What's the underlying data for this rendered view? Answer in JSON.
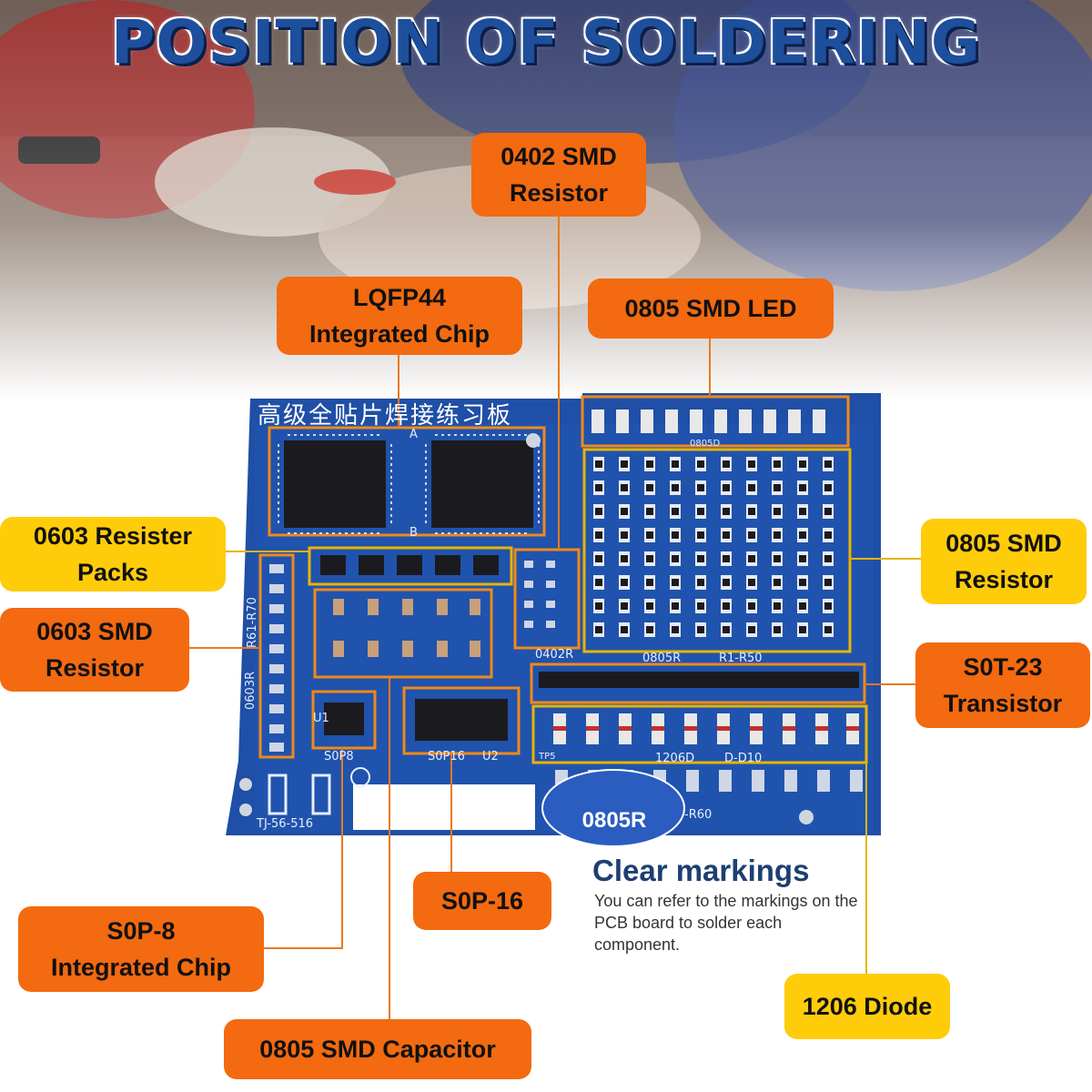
{
  "title": "POSITION OF SOLDERING",
  "labels": {
    "resistor_0402": "0402 SMD\nResistor",
    "lqfp44": "LQFP44\nIntegrated Chip",
    "led_0805": "0805 SMD LED",
    "resister_packs_0603": "0603 Resister\nPacks",
    "resistor_0603": "0603 SMD\nResistor",
    "resistor_0805": "0805 SMD\nResistor",
    "sot23": "S0T-23\nTransistor",
    "sop16": "S0P-16",
    "sop8": "S0P-8\nIntegrated Chip",
    "capacitor_0805": "0805 SMD Capacitor",
    "diode_1206": "1206 Diode"
  },
  "pcb": {
    "heading": "高级全贴片焊接练习板",
    "silkscreen": {
      "r0402": "0402R",
      "r0805": "0805R",
      "r_range": "R1-R50",
      "d1206": "1206D",
      "d_range": "D-D10",
      "sop8": "S0P8",
      "sop16": "S0P16",
      "u2": "U2",
      "u1": "U1",
      "r0603": "0603R",
      "r61_r70": "R61-R70",
      "board_id": "TJ-56-516",
      "led_0805d": "0805D",
      "r_60": "-R60",
      "tp5": "TP5",
      "a": "A",
      "b": "B"
    }
  },
  "magnifier_text": "0805R",
  "callout": {
    "heading": "Clear markings",
    "body": "You can refer to the markings on the PCB board to solder each component."
  },
  "colors": {
    "title_blue": "#1d4f9c",
    "orange": "#f36a10",
    "yellow": "#ffcc0a",
    "pcb_blue": "#1f4fa6",
    "line_orange": "#e87a1c",
    "line_yellow": "#e8b400"
  }
}
